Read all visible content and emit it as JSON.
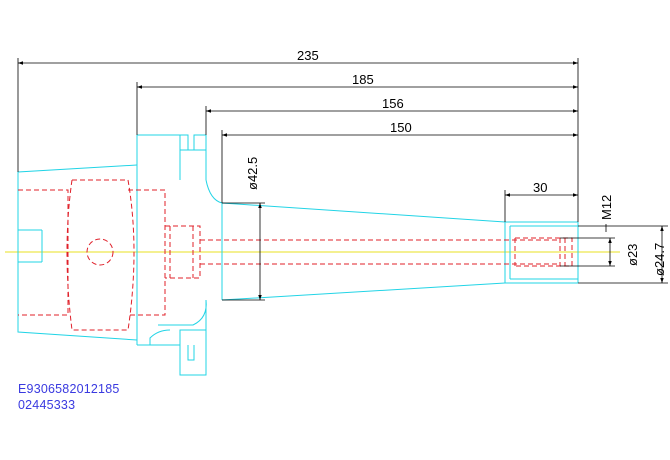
{
  "colors": {
    "outline": "#22d4e6",
    "hidden": "#e0202a",
    "centerline": "#e8e020",
    "dimension": "#000000",
    "part_text": "#3a3ae0"
  },
  "dimensions": {
    "overall_length": "235",
    "flange_to_end": "185",
    "length_156": "156",
    "length_150": "150",
    "bore_depth": "30",
    "thread": "M12",
    "diameter_42_5": "ø42.5",
    "diameter_23": "ø23",
    "diameter_24_7": "ø24.7"
  },
  "part_number": {
    "line1": "E9306582012185",
    "line2": "02445333"
  }
}
